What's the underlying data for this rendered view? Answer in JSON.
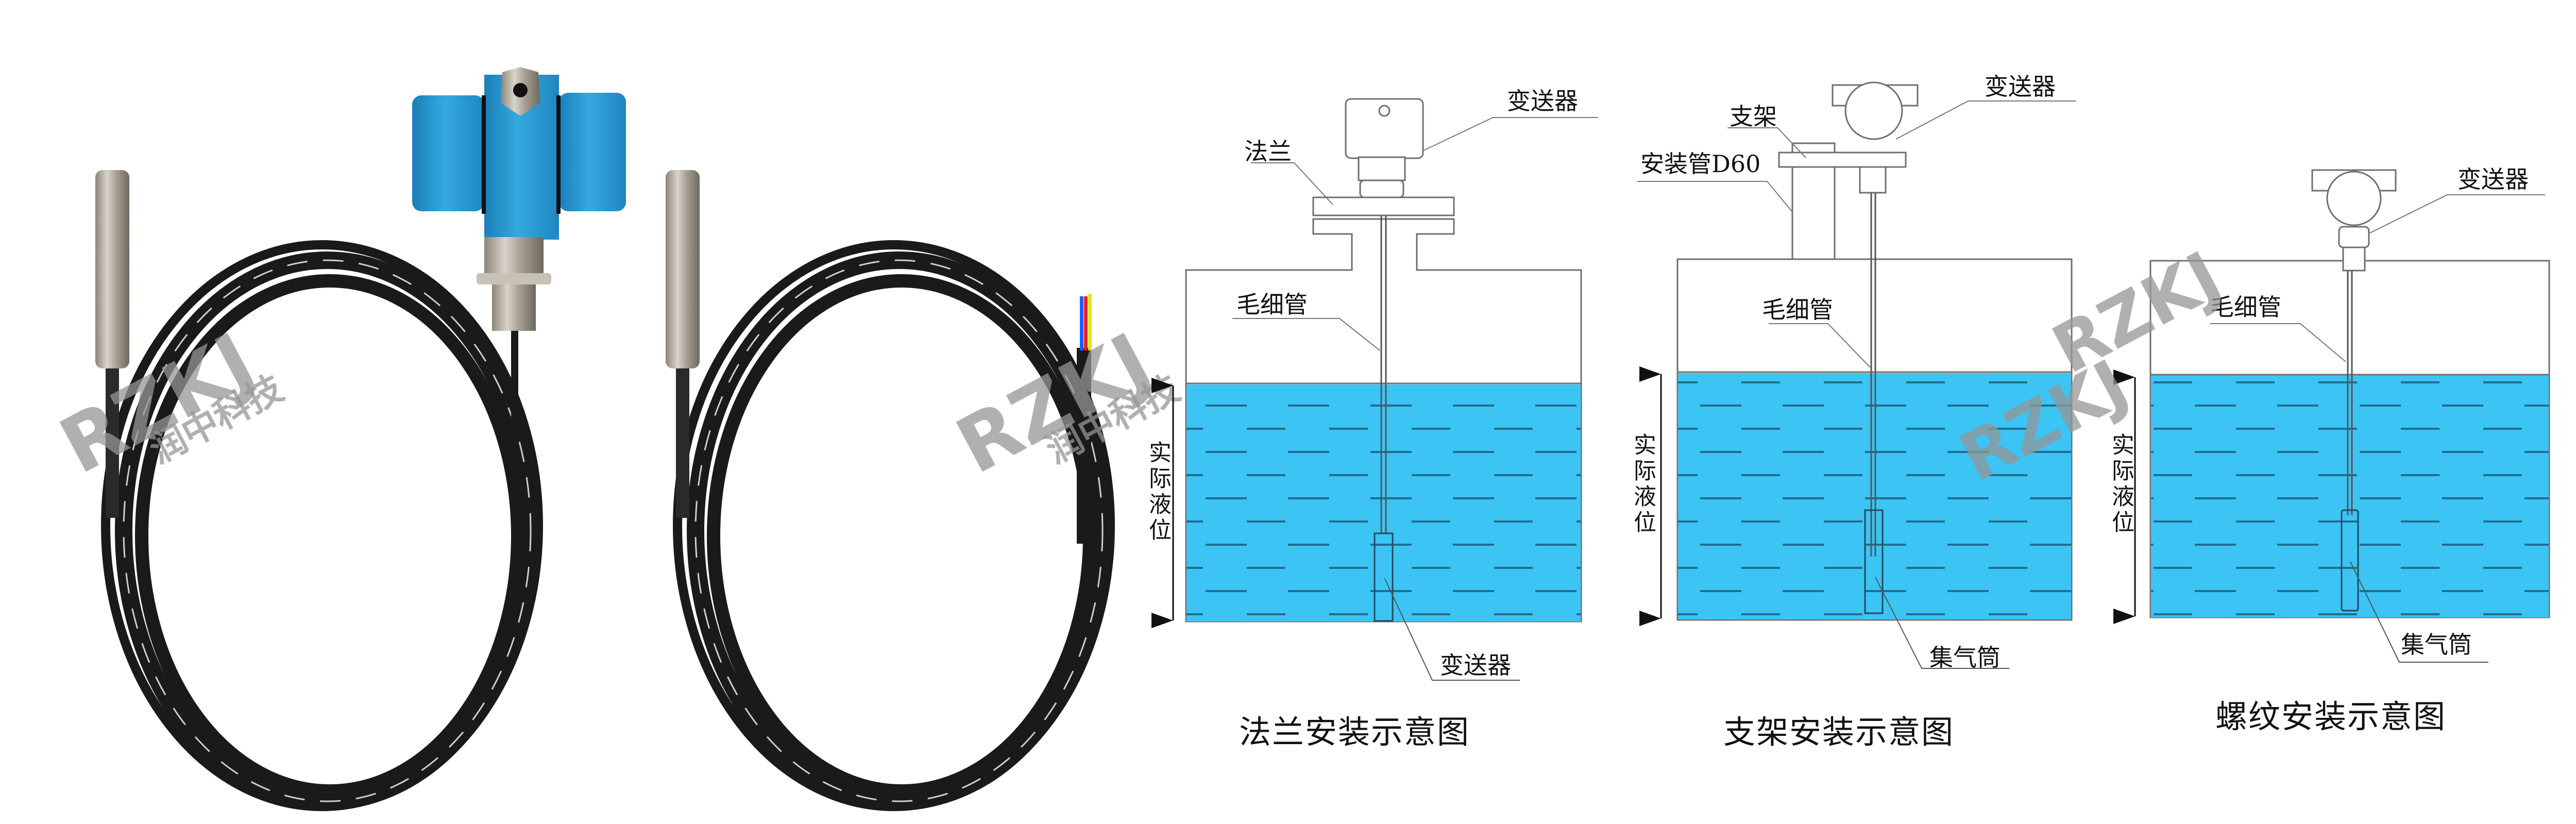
{
  "colors": {
    "liquid": "#3CC4F5",
    "dash": "#1f6e8c",
    "outline": "#6f6f6f",
    "transmitter_blue": "#2EA0D6",
    "cable": "#1a1a1a",
    "steel": "#b9b3a8",
    "watermark": "#9a9a9a"
  },
  "watermark": {
    "latin": "RZKJ",
    "chinese": "润中科技"
  },
  "product_photo": {
    "items": [
      {
        "name": "submersible-probe-with-junction-box",
        "wire_colors": []
      },
      {
        "name": "submersible-probe-with-cable-leads",
        "wire_colors": [
          "#1e5cff",
          "#e0202a",
          "#d9e81a"
        ]
      }
    ]
  },
  "diagrams": [
    {
      "id": "flange",
      "title": "法兰安装示意图",
      "labels": {
        "transmitter_top": "变送器",
        "mount": "法兰",
        "capillary": "毛细管",
        "bottom_part": "变送器",
        "level": "实际液位"
      }
    },
    {
      "id": "bracket",
      "title": "支架安装示意图",
      "labels": {
        "transmitter_top": "变送器",
        "bracket": "支架",
        "mount_pipe": "安装管D60",
        "capillary": "毛细管",
        "bottom_part": "集气筒",
        "level": "实际液位"
      }
    },
    {
      "id": "thread",
      "title": "螺纹安装示意图",
      "labels": {
        "transmitter_top": "变送器",
        "capillary": "毛细管",
        "bottom_part": "集气筒",
        "level": "实际液位"
      }
    }
  ]
}
